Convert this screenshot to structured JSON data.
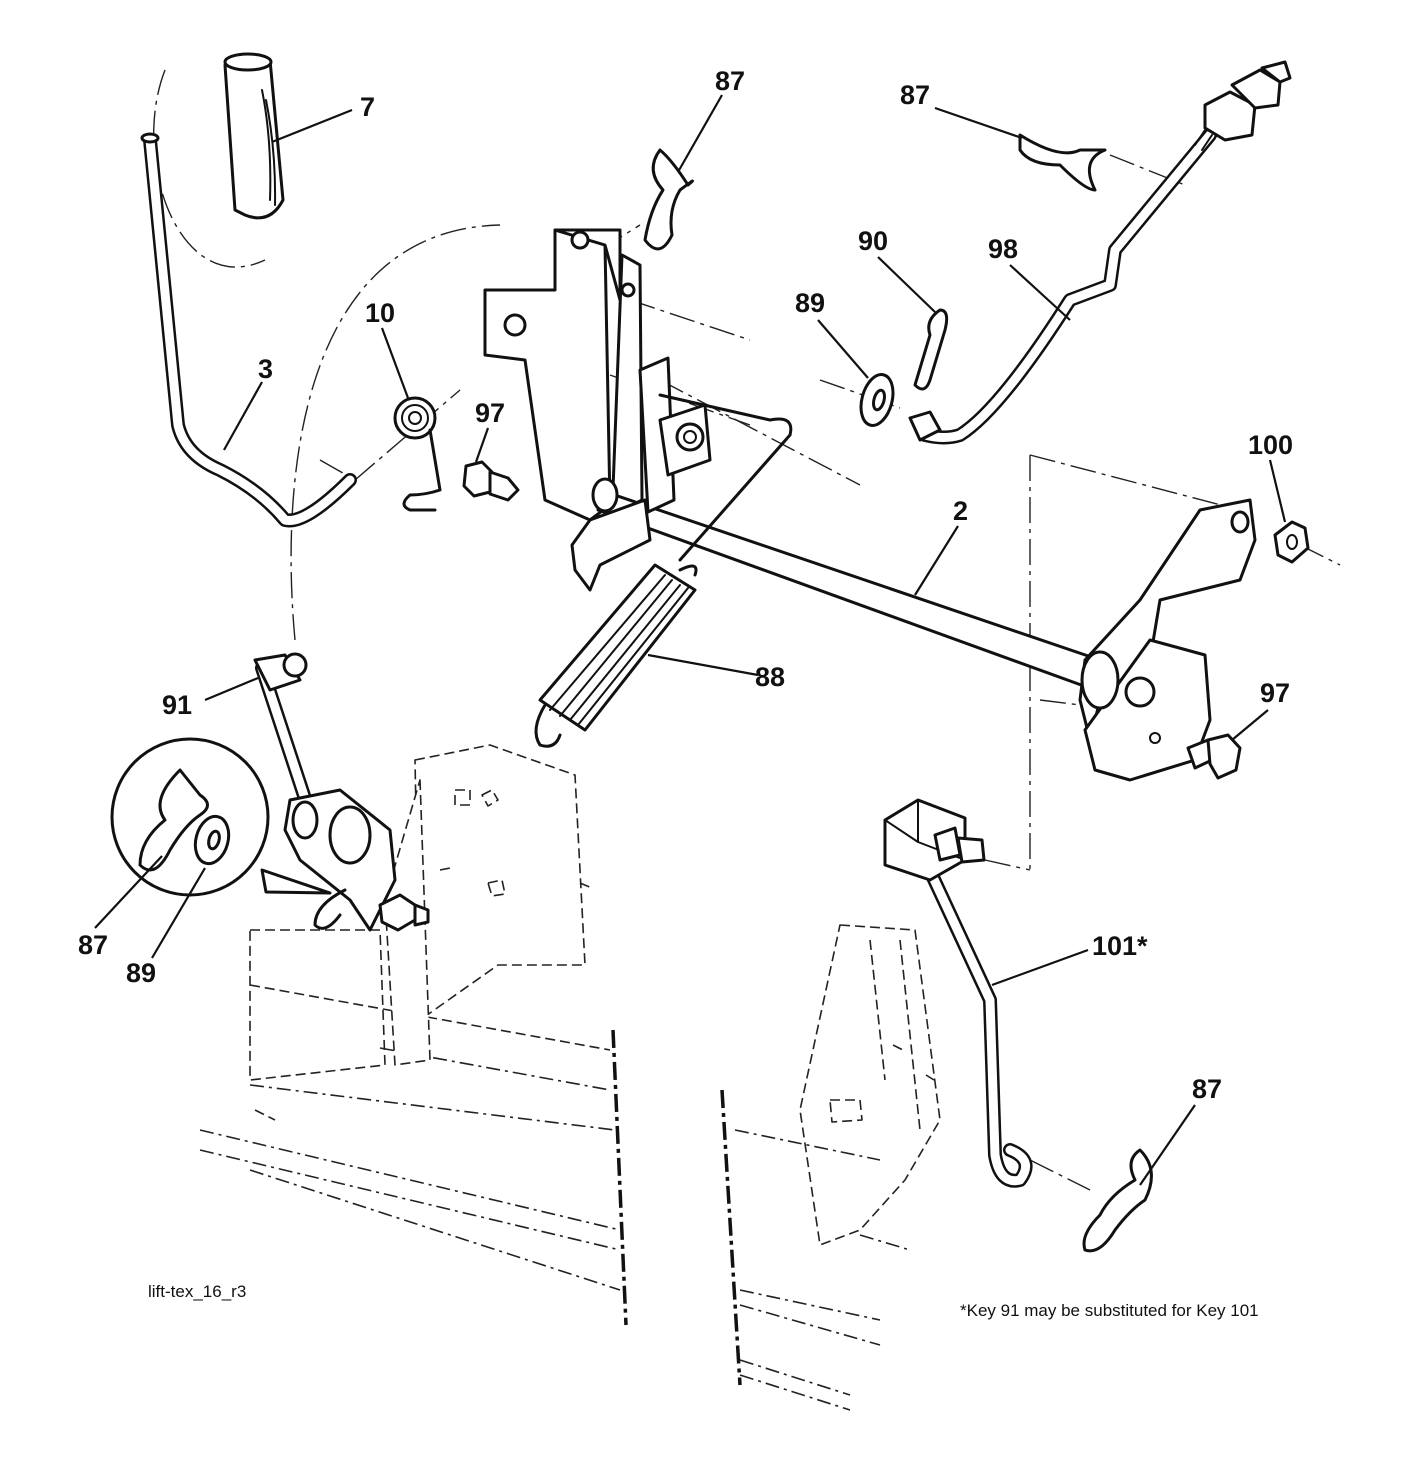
{
  "diagram_id": "lift-tex_16_r3",
  "footnote": "*Key 91 may be substituted for Key 101",
  "callouts": {
    "c7": "7",
    "c87a": "87",
    "c87b": "87",
    "c3": "3",
    "c10": "10",
    "c97a": "97",
    "c90": "90",
    "c89a": "89",
    "c98": "98",
    "c100": "100",
    "c2": "2",
    "c88": "88",
    "c97b": "97",
    "c91": "91",
    "c87c": "87",
    "c89b": "89",
    "c101": "101*",
    "c87d": "87"
  }
}
